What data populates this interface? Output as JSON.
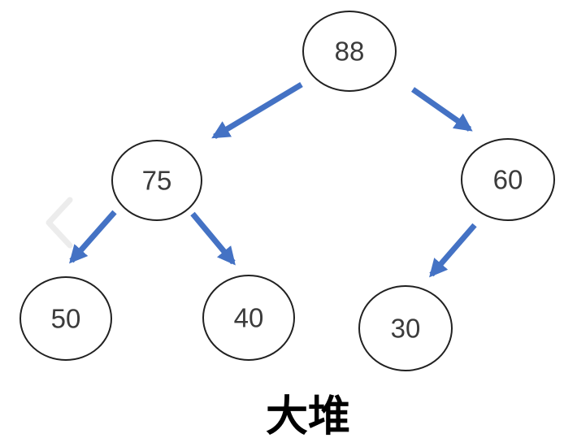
{
  "diagram": {
    "type": "binary-tree-max-heap",
    "caption": "大堆",
    "nodes": {
      "root": {
        "value": "88"
      },
      "left": {
        "value": "75"
      },
      "right": {
        "value": "60"
      },
      "left_left": {
        "value": "50"
      },
      "left_right": {
        "value": "40"
      },
      "right_left": {
        "value": "30"
      }
    },
    "edges": [
      {
        "from": "88",
        "to": "75"
      },
      {
        "from": "88",
        "to": "60"
      },
      {
        "from": "75",
        "to": "50"
      },
      {
        "from": "75",
        "to": "40"
      },
      {
        "from": "60",
        "to": "30"
      }
    ]
  },
  "colors": {
    "arrow": "#4472C4",
    "node_stroke": "#212121",
    "node_fill": "#ffffff",
    "node_text": "#3b3b3b",
    "caption_text": "#000000",
    "chevron_overlay": "#ececec"
  }
}
